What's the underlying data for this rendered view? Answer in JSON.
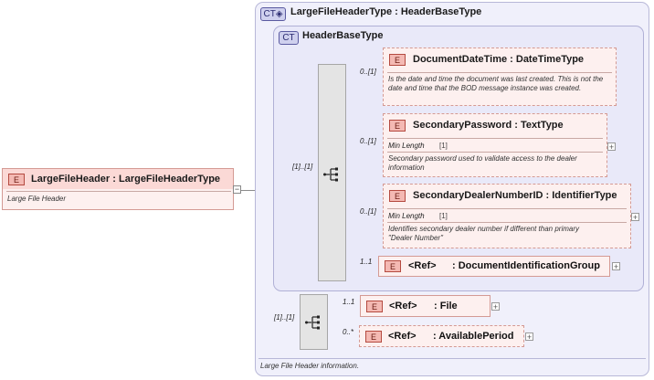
{
  "root": {
    "badge": "E",
    "title": "LargeFileHeader : LargeFileHeaderType",
    "description": "Large File Header"
  },
  "outer_type": {
    "badge": "CT",
    "title": "LargeFileHeaderType : HeaderBaseType",
    "description": "Large File Header information."
  },
  "inner_type": {
    "badge": "CT",
    "title": "HeaderBaseType"
  },
  "inner_sequence": {
    "cardinality": "[1]..[1]"
  },
  "outer_sequence": {
    "cardinality": "[1]..[1]"
  },
  "elements": [
    {
      "badge": "E",
      "title": "DocumentDateTime : DateTimeType",
      "cardinality": "0..[1]",
      "description": "Is the date and time the document was last created. This is not the date and time that the BOD message instance was created."
    },
    {
      "badge": "E",
      "title": "SecondaryPassword : TextType",
      "cardinality": "0..[1]",
      "facet_name": "Min Length",
      "facet_value": "[1]",
      "description": "Secondary password used to validate access to the dealer information"
    },
    {
      "badge": "E",
      "title": "SecondaryDealerNumberID : IdentifierType",
      "cardinality": "0..[1]",
      "facet_name": "Min Length",
      "facet_value": "[1]",
      "description": "Identifies secondary dealer number if different than primary \"Dealer Number\""
    },
    {
      "badge": "E",
      "ref": "<Ref>",
      "name": ": DocumentIdentificationGroup",
      "cardinality": "1..1"
    }
  ],
  "outer_elements": [
    {
      "badge": "E",
      "ref": "<Ref>",
      "name": ": File",
      "cardinality": "1..1"
    },
    {
      "badge": "E",
      "ref": "<Ref>",
      "name": ": AvailablePeriod",
      "cardinality": "0..*"
    }
  ]
}
